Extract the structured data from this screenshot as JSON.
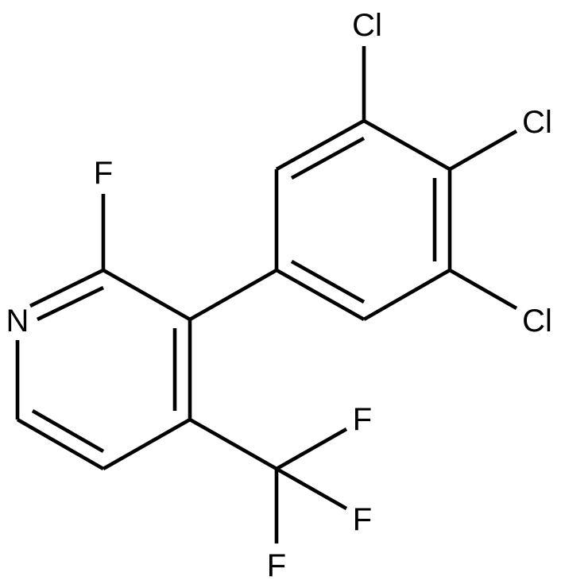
{
  "atoms": [
    {
      "id": "Cl1",
      "label": "Cl"
    },
    {
      "id": "Cl2",
      "label": "Cl"
    },
    {
      "id": "Cl3",
      "label": "Cl"
    },
    {
      "id": "F1",
      "label": "F"
    },
    {
      "id": "N1",
      "label": "N"
    },
    {
      "id": "F2",
      "label": "F"
    },
    {
      "id": "F3",
      "label": "F"
    },
    {
      "id": "F4",
      "label": "F"
    }
  ]
}
